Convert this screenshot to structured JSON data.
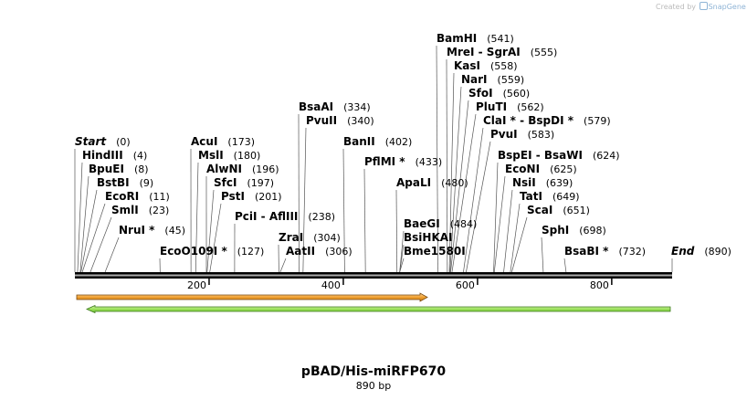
{
  "credit": {
    "prefix": "Created by",
    "brand": "SnapGene"
  },
  "map": {
    "title": "pBAD/His-miRFP670",
    "subtitle": "890 bp",
    "length": 890,
    "ticks": [
      "200",
      "400",
      "600",
      "800"
    ],
    "tick_values": [
      200,
      400,
      600,
      800
    ],
    "colors": {
      "backbone": "#000000",
      "feature_forward_fill": "#f0a030",
      "feature_forward_stroke": "#7a4a10",
      "feature_reverse_fill": "#9be05a",
      "feature_reverse_stroke": "#3d7a1e"
    },
    "sites": [
      {
        "name": "Start",
        "pos": "(0)",
        "at": 0,
        "style": "end"
      },
      {
        "name": "HindIII",
        "pos": "(4)",
        "at": 4
      },
      {
        "name": "BpuEI",
        "pos": "(8)",
        "at": 8
      },
      {
        "name": "BstBI",
        "pos": "(9)",
        "at": 9
      },
      {
        "name": "EcoRI",
        "pos": "(11)",
        "at": 11
      },
      {
        "name": "SmlI",
        "pos": "(23)",
        "at": 23
      },
      {
        "name": "NruI *",
        "pos": "(45)",
        "at": 45
      },
      {
        "name": "EcoO109I *",
        "pos": "(127)",
        "at": 127
      },
      {
        "name": "AcuI",
        "pos": "(173)",
        "at": 173
      },
      {
        "name": "MslI",
        "pos": "(180)",
        "at": 180
      },
      {
        "name": "AlwNI",
        "pos": "(196)",
        "at": 196
      },
      {
        "name": "SfcI",
        "pos": "(197)",
        "at": 197
      },
      {
        "name": "PstI",
        "pos": "(201)",
        "at": 201
      },
      {
        "name": "PciI  -  AflIII",
        "pos": "(238)",
        "at": 238
      },
      {
        "name": "ZraI",
        "pos": "(304)",
        "at": 304
      },
      {
        "name": "AatII",
        "pos": "(306)",
        "at": 306
      },
      {
        "name": "BsaAI",
        "pos": "(334)",
        "at": 334
      },
      {
        "name": "PvuII",
        "pos": "(340)",
        "at": 340
      },
      {
        "name": "BanII",
        "pos": "(402)",
        "at": 402
      },
      {
        "name": "PflMI *",
        "pos": "(433)",
        "at": 433
      },
      {
        "name": "ApaLI",
        "pos": "(480)",
        "at": 480
      },
      {
        "name": "BaeGI",
        "pos": "(484)",
        "at": 484
      },
      {
        "name": "BsiHKAI",
        "pos": "",
        "at": 484
      },
      {
        "name": "Bme1580I",
        "pos": "",
        "at": 484
      },
      {
        "name": "BamHI",
        "pos": "(541)",
        "at": 541
      },
      {
        "name": "MreI  -  SgrAI",
        "pos": "(555)",
        "at": 555
      },
      {
        "name": "KasI",
        "pos": "(558)",
        "at": 558
      },
      {
        "name": "NarI",
        "pos": "(559)",
        "at": 559
      },
      {
        "name": "SfoI",
        "pos": "(560)",
        "at": 560
      },
      {
        "name": "PluTI",
        "pos": "(562)",
        "at": 562
      },
      {
        "name": "ClaI *  -  BspDI *",
        "pos": "(579)",
        "at": 579
      },
      {
        "name": "PvuI",
        "pos": "(583)",
        "at": 583
      },
      {
        "name": "BspEI  -  BsaWI",
        "pos": "(624)",
        "at": 624
      },
      {
        "name": "EcoNI",
        "pos": "(625)",
        "at": 625
      },
      {
        "name": "NsiI",
        "pos": "(639)",
        "at": 639
      },
      {
        "name": "TatI",
        "pos": "(649)",
        "at": 649
      },
      {
        "name": "ScaI",
        "pos": "(651)",
        "at": 651
      },
      {
        "name": "SphI",
        "pos": "(698)",
        "at": 698
      },
      {
        "name": "BsaBI *",
        "pos": "(732)",
        "at": 732
      },
      {
        "name": "End",
        "pos": "(890)",
        "at": 890,
        "style": "end"
      }
    ]
  }
}
